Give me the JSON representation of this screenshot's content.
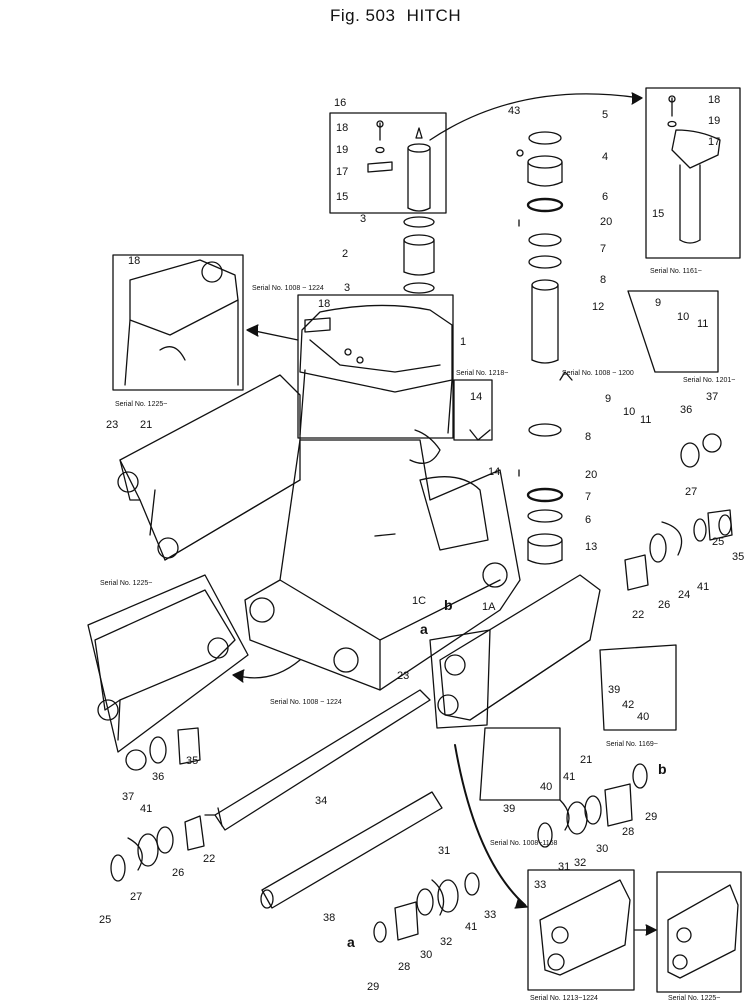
{
  "figure": {
    "label": "Fig. 503",
    "title": "HITCH"
  },
  "serial_notes": {
    "s1161": "Serial No. 1161~",
    "s1008_1224_a": "Serial No. 1008 ~ 1224",
    "s1225_a": "Serial No. 1225~",
    "s1218": "Serial No. 1218~",
    "s1008_1200": "Serial No. 1008 ~ 1200",
    "s1201": "Serial No. 1201~",
    "s1225_b": "Serial No. 1225~",
    "s1008_1224_b": "Serial No. 1008 ~ 1224",
    "s1169": "Serial No. 1169~",
    "s1008_1168": "Serial No. 1008~1168",
    "s1213_1224": "Serial No. 1213~1224",
    "s1225_c": "Serial No. 1225~"
  },
  "callouts": {
    "c16": "16",
    "c18a": "18",
    "c19a": "19",
    "c17a": "17",
    "c15a": "15",
    "c3a": "3",
    "c2": "2",
    "c3b": "3",
    "c43": "43",
    "c5a": "5",
    "c4": "4",
    "c6a": "6",
    "c20a": "20",
    "c7a": "7",
    "c8a": "8",
    "c12": "12",
    "c18b": "18",
    "c19b": "19",
    "c17b": "17",
    "c15b": "15",
    "c18c": "18",
    "c18d": "18",
    "c1": "1",
    "c9a": "9",
    "c10a": "10",
    "c11a": "11",
    "c14a": "14",
    "c14b": "14",
    "c9b": "9",
    "c10b": "10",
    "c11b": "11",
    "c36a": "36",
    "c37a": "37",
    "c23a": "23",
    "c21a": "21",
    "c8b": "8",
    "c20b": "20",
    "c7b": "7",
    "c6b": "6",
    "c13": "13",
    "c27a": "27",
    "c25a": "25",
    "c35a": "35",
    "c24a": "24",
    "c41a": "41",
    "c26a": "26",
    "c22a": "22",
    "c1C": "1C",
    "cb1": "b",
    "c1A": "1A",
    "ca1": "a",
    "c23b": "23",
    "c35b": "35",
    "c36b": "36",
    "c37b": "37",
    "c34": "34",
    "c39a": "39",
    "c42": "42",
    "c40a": "40",
    "c21b": "21",
    "c41b": "41",
    "c27b": "27",
    "c26b": "26",
    "c22b": "22",
    "c25b": "25",
    "c39b": "39",
    "c40b": "40",
    "c41c": "41",
    "cb2": "b",
    "c29a": "29",
    "c28a": "28",
    "c30a": "30",
    "c32a": "32",
    "c31a": "31",
    "c33a": "33",
    "c38": "38",
    "c31b": "31",
    "c33b": "33",
    "c32b": "32",
    "c41d": "41",
    "c30b": "30",
    "c28b": "28",
    "ca2": "a",
    "c29b": "29"
  }
}
